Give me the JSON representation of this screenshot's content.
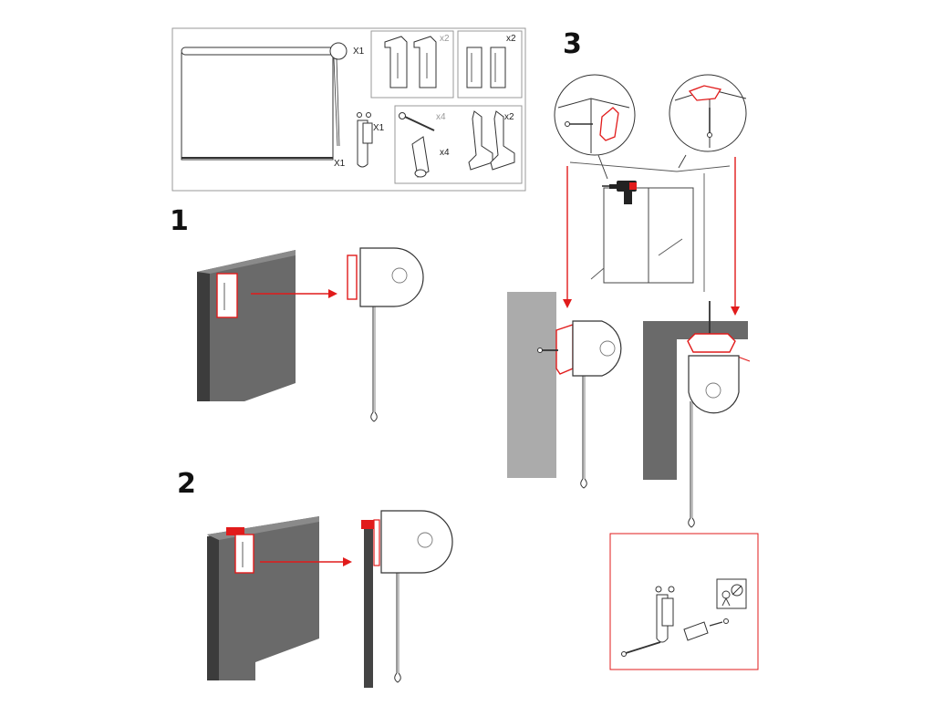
{
  "parts_box": {
    "blind_qty": "X1",
    "chain_clip_qty": "X1",
    "chain_weight_qty": "X1",
    "top_bracket_qty": "x2",
    "side_bracket_qty": "x2",
    "screw_qty": "x4",
    "plug_qty": "x4",
    "clip_qty": "x2"
  },
  "steps": {
    "step1": "1",
    "step2": "2",
    "step3": "3"
  },
  "colors": {
    "accent": "#e11b1b",
    "wall": "#6a6a6a",
    "wall_dark": "#3c3c3c",
    "wall_light": "#ababab"
  }
}
